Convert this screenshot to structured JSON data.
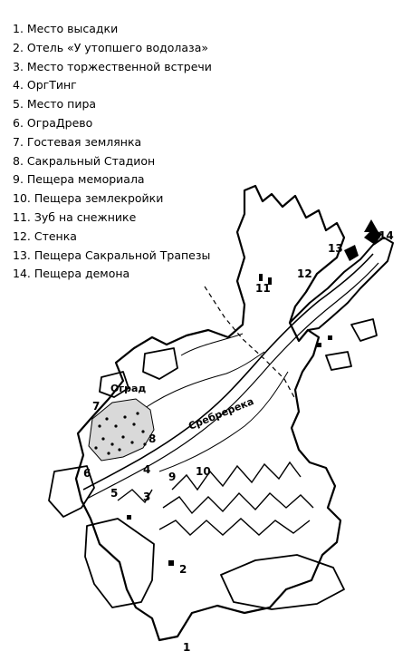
{
  "legend": [
    "1. Место высадки",
    "2. Отель «У утопшего водолаза»",
    "3. Место торжественной встречи",
    "4. ОргТинг",
    "5. Место пира",
    "6. ОграДрево",
    "7. Гостевая землянка",
    "8. Сакральный Стадион",
    "9. Пещера мемориала",
    "10. Пещера землекройки",
    "11. Зуб на снежнике",
    "12. Стенка",
    "13. Пещера Сакральной Трапезы",
    "14. Пещера демона"
  ],
  "map": {
    "river_label": "Сребререка",
    "area_label": "Оград",
    "markers": [
      "1",
      "2",
      "3",
      "4",
      "5",
      "6",
      "7",
      "8",
      "9",
      "10",
      "11",
      "12",
      "13",
      "14"
    ]
  }
}
